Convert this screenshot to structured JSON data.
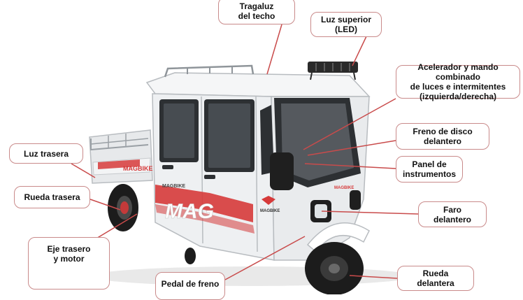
{
  "labels": {
    "tragaluz": "Tragaluz\ndel techo",
    "luz_superior": "Luz superior\n(LED)",
    "acelerador": "Acelerador y mando combinado\nde luces e intermitentes\n(izquierda/derecha)",
    "freno_disco": "Freno de disco\ndelantero",
    "luz_trasera": "Luz trasera",
    "panel": "Panel de\ninstrumentos",
    "rueda_trasera": "Rueda trasera",
    "faro": "Faro\ndelantero",
    "eje_trasero": "Eje trasero\ny motor",
    "pedal_freno": "Pedal de freno",
    "rueda_delantera": "Rueda\ndelantera"
  },
  "vehicle": {
    "brand_main": "MAG",
    "brand_side": "MAGBIKE",
    "brand_front": "MAGBIKE",
    "colors": {
      "body": "#eef0f2",
      "stripe": "#d63a3a",
      "glass": "#2d3033",
      "tire": "#1c1c1c",
      "leader": "#c94b4b"
    }
  }
}
